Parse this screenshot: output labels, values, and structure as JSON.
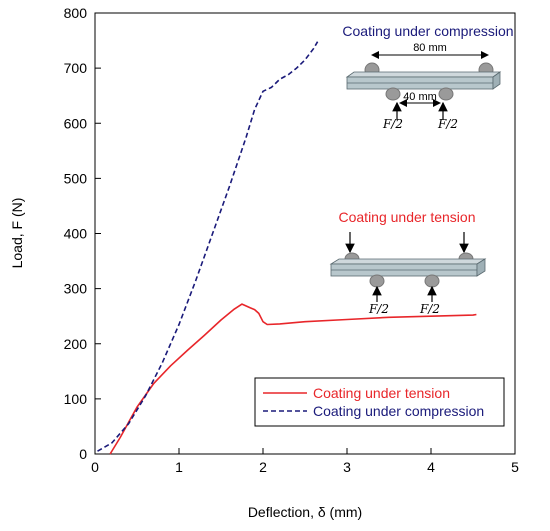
{
  "chart_data": {
    "type": "line",
    "xlabel": "Deflection, δ (mm)",
    "ylabel": "Load, F (N)",
    "xlim": [
      0,
      5
    ],
    "ylim": [
      0,
      800
    ],
    "xticks": [
      0,
      1,
      2,
      3,
      4,
      5
    ],
    "yticks": [
      0,
      100,
      200,
      300,
      400,
      500,
      600,
      700,
      800
    ],
    "grid": false,
    "legend_position": "bottom-right",
    "series": [
      {
        "name": "Coating under tension",
        "color": "#e8262a",
        "style": "solid",
        "x": [
          0.18,
          0.3,
          0.5,
          0.7,
          0.9,
          1.1,
          1.3,
          1.5,
          1.65,
          1.75,
          1.85,
          1.9,
          1.95,
          2.0,
          2.05,
          2.2,
          2.5,
          3.0,
          3.5,
          4.0,
          4.5,
          4.54
        ],
        "y": [
          0,
          30,
          85,
          128,
          160,
          188,
          215,
          243,
          262,
          272,
          265,
          262,
          255,
          240,
          235,
          236,
          240,
          244,
          248,
          250,
          252,
          253
        ]
      },
      {
        "name": "Coating under compression",
        "color": "#1a1a7a",
        "style": "dashed",
        "x": [
          0.03,
          0.2,
          0.4,
          0.6,
          0.8,
          1.0,
          1.2,
          1.4,
          1.6,
          1.8,
          1.9,
          2.0,
          2.1,
          2.2,
          2.3,
          2.4,
          2.5,
          2.6,
          2.65
        ],
        "y": [
          5,
          20,
          55,
          105,
          165,
          235,
          315,
          400,
          485,
          575,
          625,
          658,
          665,
          680,
          688,
          700,
          715,
          735,
          748
        ]
      }
    ],
    "annotations": {
      "top_inset": {
        "title": "Coating under compression",
        "span_outer": "80 mm",
        "span_inner": "40 mm",
        "force_left": "F/2",
        "force_right": "F/2",
        "title_color": "#1a1a7a"
      },
      "bottom_inset": {
        "title": "Coating under tension",
        "force_left": "F/2",
        "force_right": "F/2",
        "title_color": "#e8262a"
      }
    }
  }
}
